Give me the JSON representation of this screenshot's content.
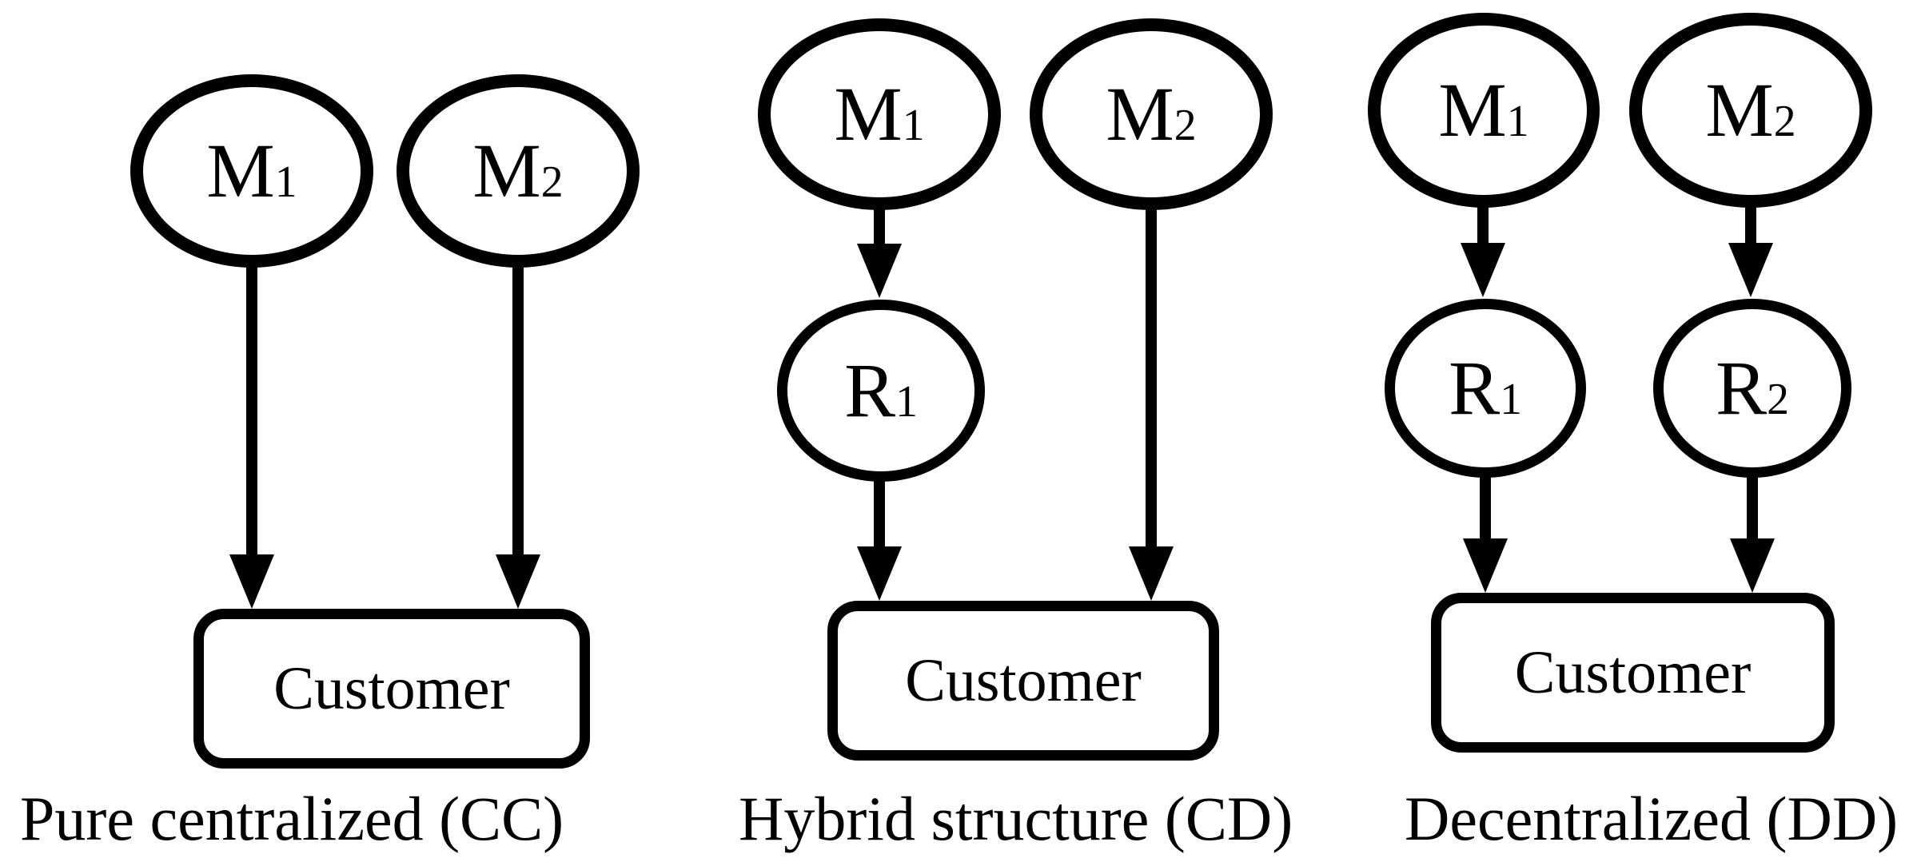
{
  "figure": {
    "type": "supply-chain-structure-diagrams",
    "background_color": "#ffffff",
    "stroke_color": "#000000"
  },
  "diagrams": [
    {
      "id": "cc",
      "caption": "Pure centralized (CC)",
      "nodes": {
        "m1": {
          "main": "M",
          "sub": "1"
        },
        "m2": {
          "main": "M",
          "sub": "2"
        },
        "customer": {
          "label": "Customer"
        }
      },
      "edges": [
        {
          "from": "M1",
          "to": "Customer"
        },
        {
          "from": "M2",
          "to": "Customer"
        }
      ]
    },
    {
      "id": "cd",
      "caption": "Hybrid structure (CD)",
      "nodes": {
        "m1": {
          "main": "M",
          "sub": "1"
        },
        "m2": {
          "main": "M",
          "sub": "2"
        },
        "r1": {
          "main": "R",
          "sub": "1"
        },
        "customer": {
          "label": "Customer"
        }
      },
      "edges": [
        {
          "from": "M1",
          "to": "R1"
        },
        {
          "from": "R1",
          "to": "Customer"
        },
        {
          "from": "M2",
          "to": "Customer"
        }
      ]
    },
    {
      "id": "dd",
      "caption": "Decentralized (DD)",
      "nodes": {
        "m1": {
          "main": "M",
          "sub": "1"
        },
        "m2": {
          "main": "M",
          "sub": "2"
        },
        "r1": {
          "main": "R",
          "sub": "1"
        },
        "r2": {
          "main": "R",
          "sub": "2"
        },
        "customer": {
          "label": "Customer"
        }
      },
      "edges": [
        {
          "from": "M1",
          "to": "R1"
        },
        {
          "from": "M2",
          "to": "R2"
        },
        {
          "from": "R1",
          "to": "Customer"
        },
        {
          "from": "R2",
          "to": "Customer"
        }
      ]
    }
  ]
}
